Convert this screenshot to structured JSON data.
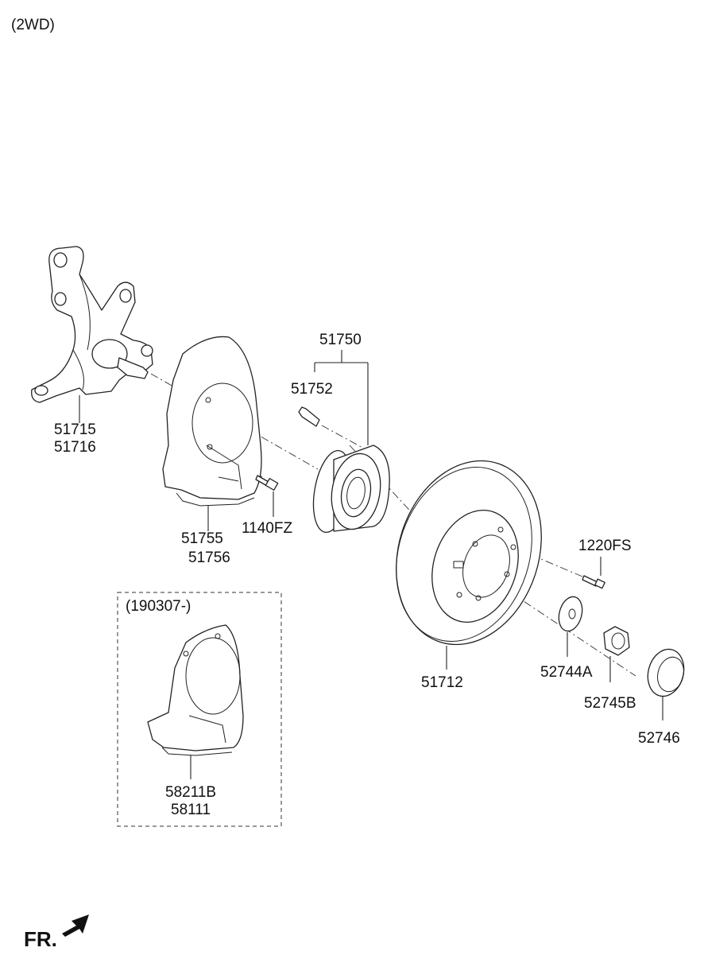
{
  "header": {
    "variant": "(2WD)"
  },
  "parts": {
    "knuckle": [
      "51715",
      "51716"
    ],
    "dust_cover": [
      "51755",
      "51756"
    ],
    "bolt_dust_cover": "1140FZ",
    "hub_assembly": "51750",
    "hub_bolt": "51752",
    "disc": "51712",
    "screw": "1220FS",
    "washer": "52744A",
    "nut": "52745B",
    "cap": "52746"
  },
  "optional_group": {
    "date_code": "(190307-)",
    "parts": [
      "58211B",
      "58111"
    ]
  },
  "direction": {
    "label": "FR."
  },
  "icons": {
    "knuckle": "steering-knuckle-icon",
    "dust_cover": "dust-cover-icon",
    "hub": "wheel-hub-icon",
    "disc": "brake-disc-icon",
    "fr_arrow": "arrow-icon"
  }
}
